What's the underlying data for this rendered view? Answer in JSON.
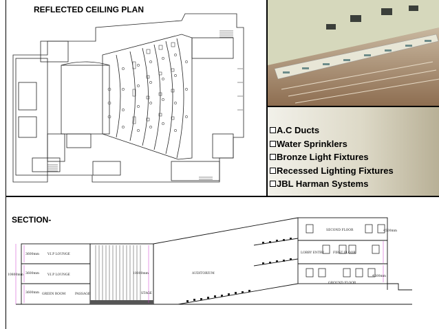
{
  "plan": {
    "title": "REFLECTED CEILING PLAN"
  },
  "legend": {
    "items": [
      "A.C Ducts",
      "Water Sprinklers",
      "Bronze Light Fixtures",
      "Recessed Lighting Fixtures",
      "JBL Harman Systems"
    ]
  },
  "section": {
    "title": "SECTION-",
    "labels": {
      "vip_lounge_upper": "V.I.P LOUNGE",
      "vip_lounge_lower": "V.I.P LOUNGE",
      "green_room": "GREEN ROOM",
      "passage": "PASSAGE",
      "stage": "STAGE",
      "auditorium": "AUDITORIUM",
      "second_floor": "SECOND FLOOR",
      "first_floor": "FIRST FLOOR",
      "ground_floor": "GROUND FLOOR",
      "lobby_entry": "LOBBY ENTRY"
    },
    "dimensions": {
      "total_height": "10800mm",
      "floor_upper": "3600mm",
      "floor_mid": "3600mm",
      "floor_lower": "3600mm",
      "stage_height": "10000mm",
      "right_height": "4500mm",
      "right_small": "4500mm"
    }
  },
  "colors": {
    "line": "#000000",
    "dimension": "#cc33cc",
    "legend_gradient_start": "#f2f1ea",
    "legend_gradient_end": "#b8b096"
  }
}
